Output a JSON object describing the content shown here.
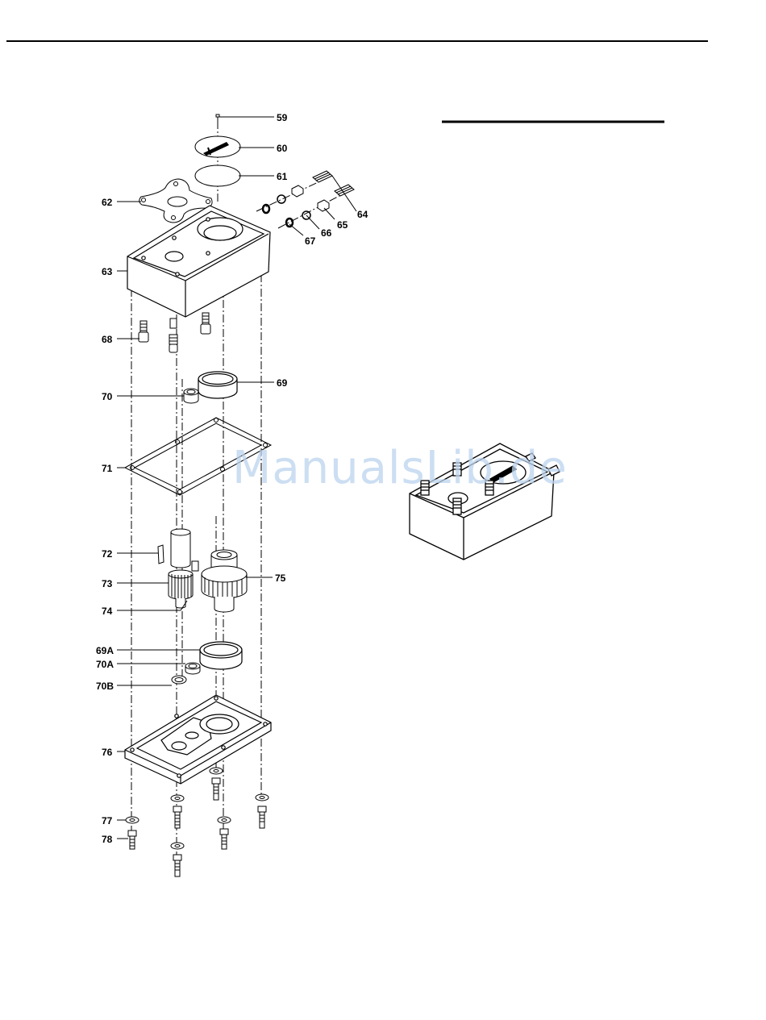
{
  "watermark": "ManualsLib.de",
  "callouts": {
    "c59": "59",
    "c60": "60",
    "c61": "61",
    "c62": "62",
    "c63": "63",
    "c64": "64",
    "c65": "65",
    "c66": "66",
    "c67": "67",
    "c68": "68",
    "c69": "69",
    "c70": "70",
    "c71": "71",
    "c72": "72",
    "c73": "73",
    "c74": "74",
    "c75": "75",
    "c69a": "69A",
    "c70a": "70A",
    "c70b": "70B",
    "c76": "76",
    "c77": "77",
    "c78": "78"
  }
}
